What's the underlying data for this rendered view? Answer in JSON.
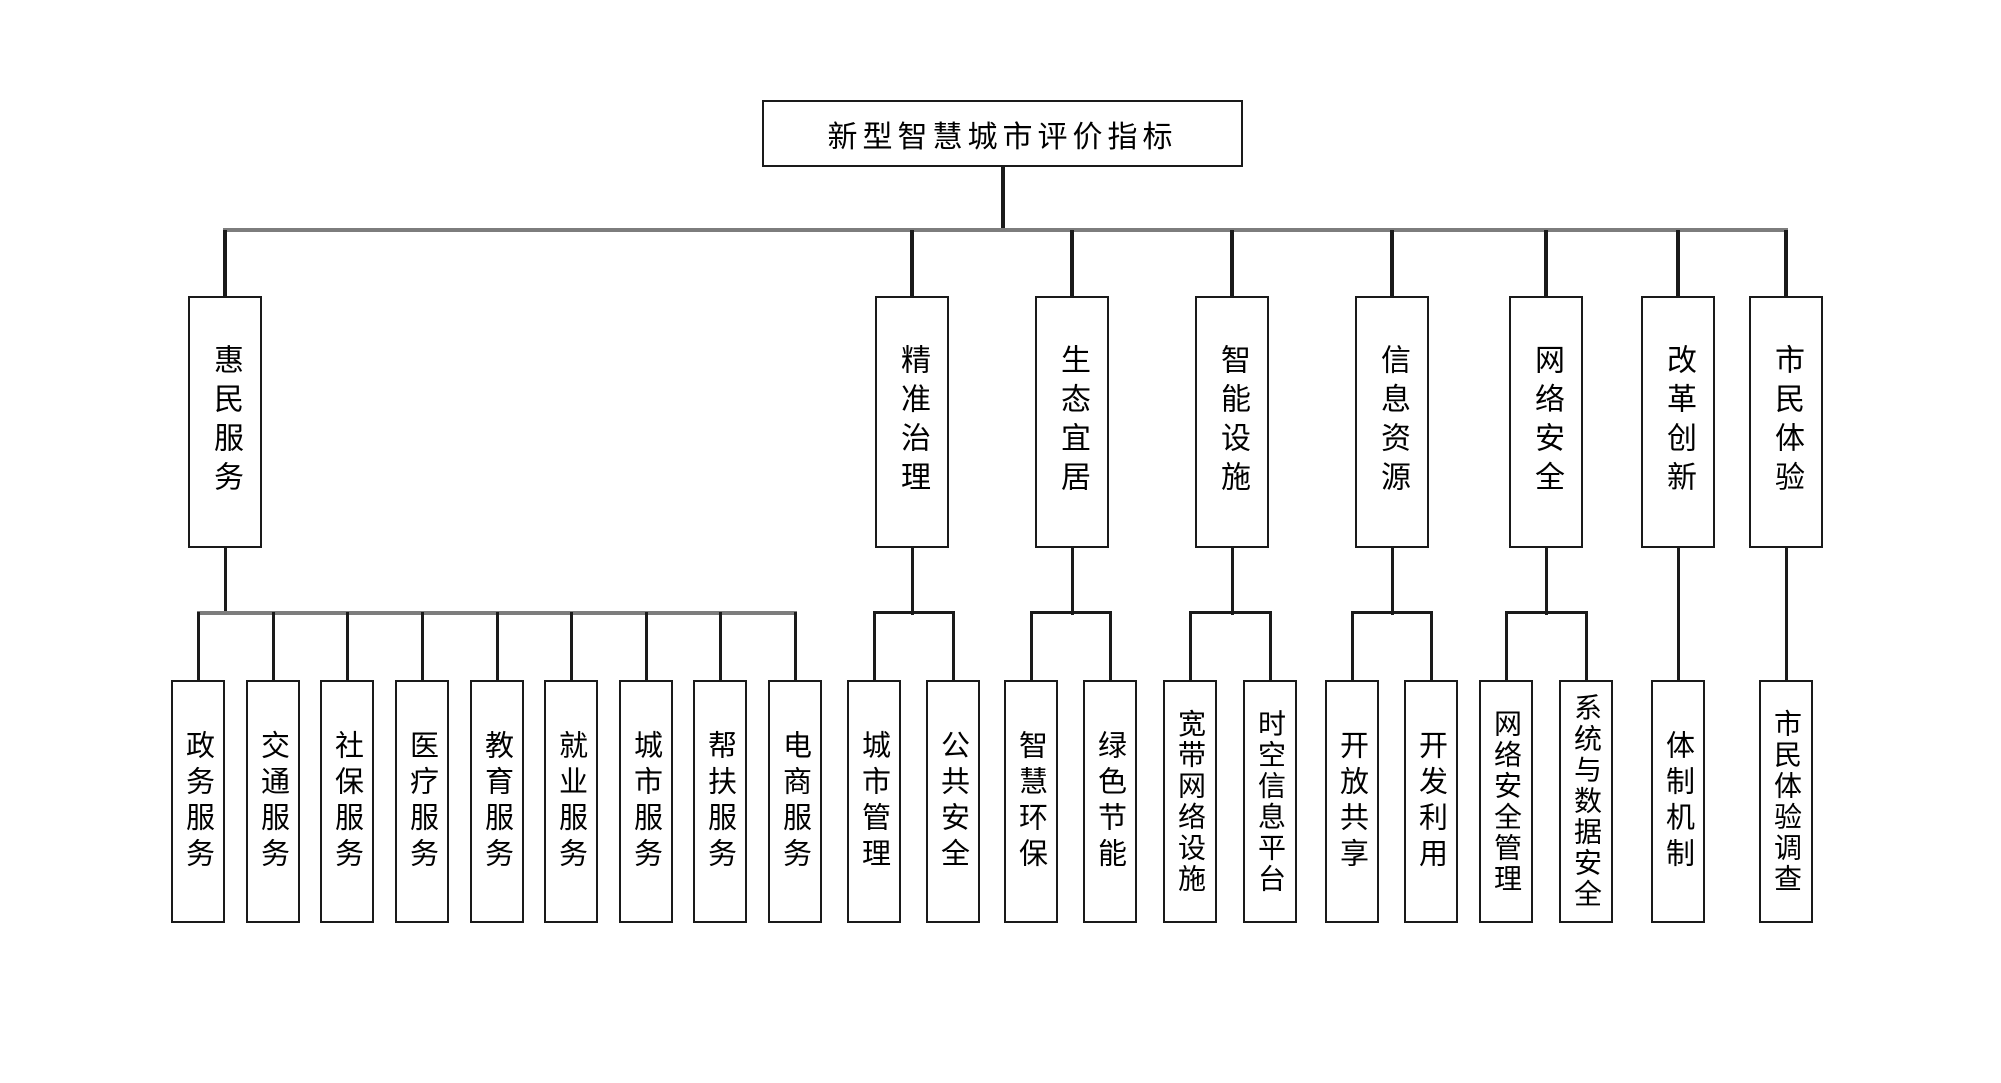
{
  "diagram": {
    "background_color": "#ffffff",
    "line_color": "#1a1a1a",
    "bus_line_color": "#7d7d7d",
    "box_border_color": "#1a1a1a"
  },
  "tree": {
    "root": {
      "label": "新型智慧城市评价指标"
    },
    "branches": [
      {
        "label": "惠民服务",
        "children": [
          "政务服务",
          "交通服务",
          "社保服务",
          "医疗服务",
          "教育服务",
          "就业服务",
          "城市服务",
          "帮扶服务",
          "电商服务"
        ]
      },
      {
        "label": "精准治理",
        "children": [
          "城市管理",
          "公共安全"
        ]
      },
      {
        "label": "生态宜居",
        "children": [
          "智慧环保",
          "绿色节能"
        ]
      },
      {
        "label": "智能设施",
        "children": [
          "宽带网络设施",
          "时空信息平台"
        ]
      },
      {
        "label": "信息资源",
        "children": [
          "开放共享",
          "开发利用"
        ]
      },
      {
        "label": "网络安全",
        "children": [
          "网络安全管理",
          "系统与数据安全"
        ]
      },
      {
        "label": "改革创新",
        "children": [
          "体制机制"
        ]
      },
      {
        "label": "市民体验",
        "children": [
          "市民体验调查"
        ]
      }
    ]
  }
}
